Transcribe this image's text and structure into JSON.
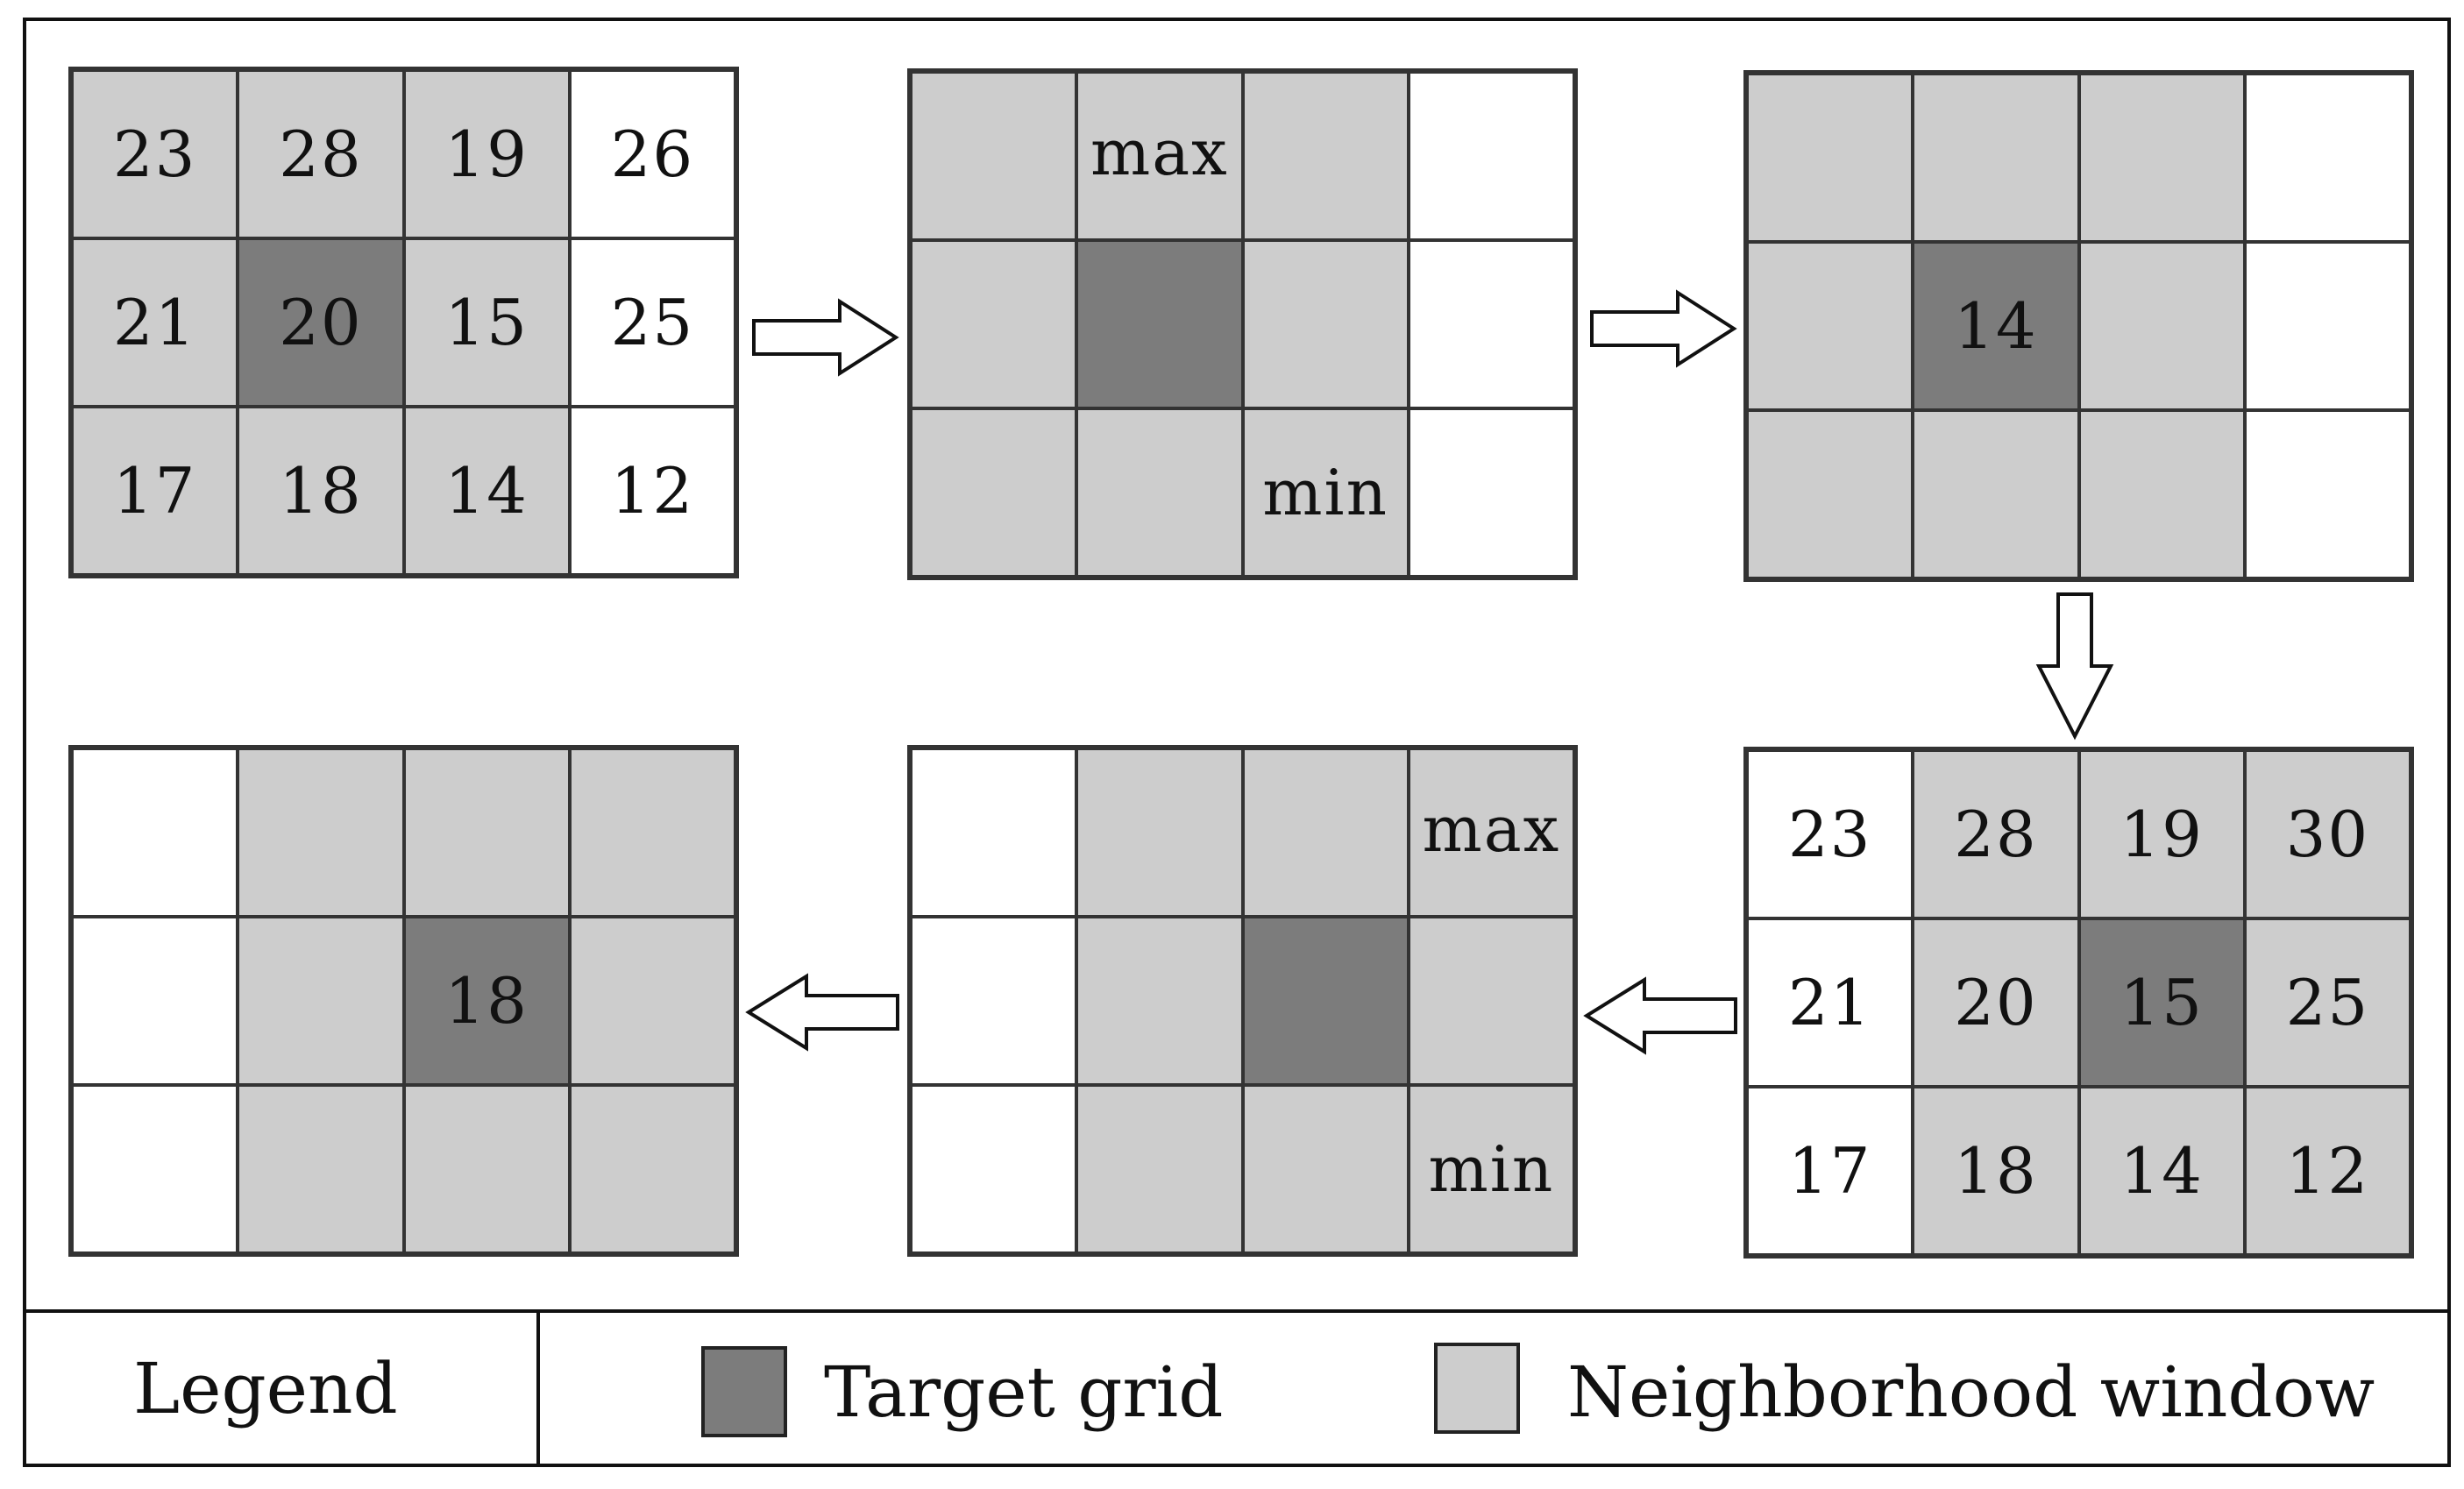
{
  "colors": {
    "target": "#7c7c7c",
    "neighborhood": "#cdcdcd",
    "empty": "#ffffff",
    "line": "#333333"
  },
  "grids": [
    {
      "id": "grid-1",
      "fills": [
        "l",
        "l",
        "l",
        "w",
        "l",
        "d",
        "l",
        "w",
        "l",
        "l",
        "l",
        "w"
      ],
      "labels": [
        "23",
        "28",
        "19",
        "26",
        "21",
        "20",
        "15",
        "25",
        "17",
        "18",
        "14",
        "12"
      ]
    },
    {
      "id": "grid-2",
      "fills": [
        "l",
        "l",
        "l",
        "w",
        "l",
        "d",
        "l",
        "w",
        "l",
        "l",
        "l",
        "w"
      ],
      "labels": [
        "",
        "max",
        "",
        "",
        "",
        "",
        "",
        "",
        "",
        "",
        "min",
        ""
      ]
    },
    {
      "id": "grid-3",
      "fills": [
        "l",
        "l",
        "l",
        "w",
        "l",
        "d",
        "l",
        "w",
        "l",
        "l",
        "l",
        "w"
      ],
      "labels": [
        "",
        "",
        "",
        "",
        "",
        "14",
        "",
        "",
        "",
        "",
        "",
        ""
      ]
    },
    {
      "id": "grid-4",
      "fills": [
        "w",
        "l",
        "l",
        "l",
        "w",
        "l",
        "d",
        "l",
        "w",
        "l",
        "l",
        "l"
      ],
      "labels": [
        "23",
        "28",
        "19",
        "30",
        "21",
        "20",
        "15",
        "25",
        "17",
        "18",
        "14",
        "12"
      ]
    },
    {
      "id": "grid-5",
      "fills": [
        "w",
        "l",
        "l",
        "l",
        "w",
        "l",
        "d",
        "l",
        "w",
        "l",
        "l",
        "l"
      ],
      "labels": [
        "",
        "",
        "",
        "max",
        "",
        "",
        "",
        "",
        "",
        "",
        "",
        "min"
      ]
    },
    {
      "id": "grid-6",
      "fills": [
        "w",
        "l",
        "l",
        "l",
        "w",
        "l",
        "d",
        "l",
        "w",
        "l",
        "l",
        "l"
      ],
      "labels": [
        "",
        "",
        "",
        "",
        "",
        "",
        "18",
        "",
        "",
        "",
        "",
        ""
      ]
    }
  ],
  "legend": {
    "title": "Legend",
    "target_label": "Target grid",
    "neighborhood_label": "Neighborhood window"
  }
}
